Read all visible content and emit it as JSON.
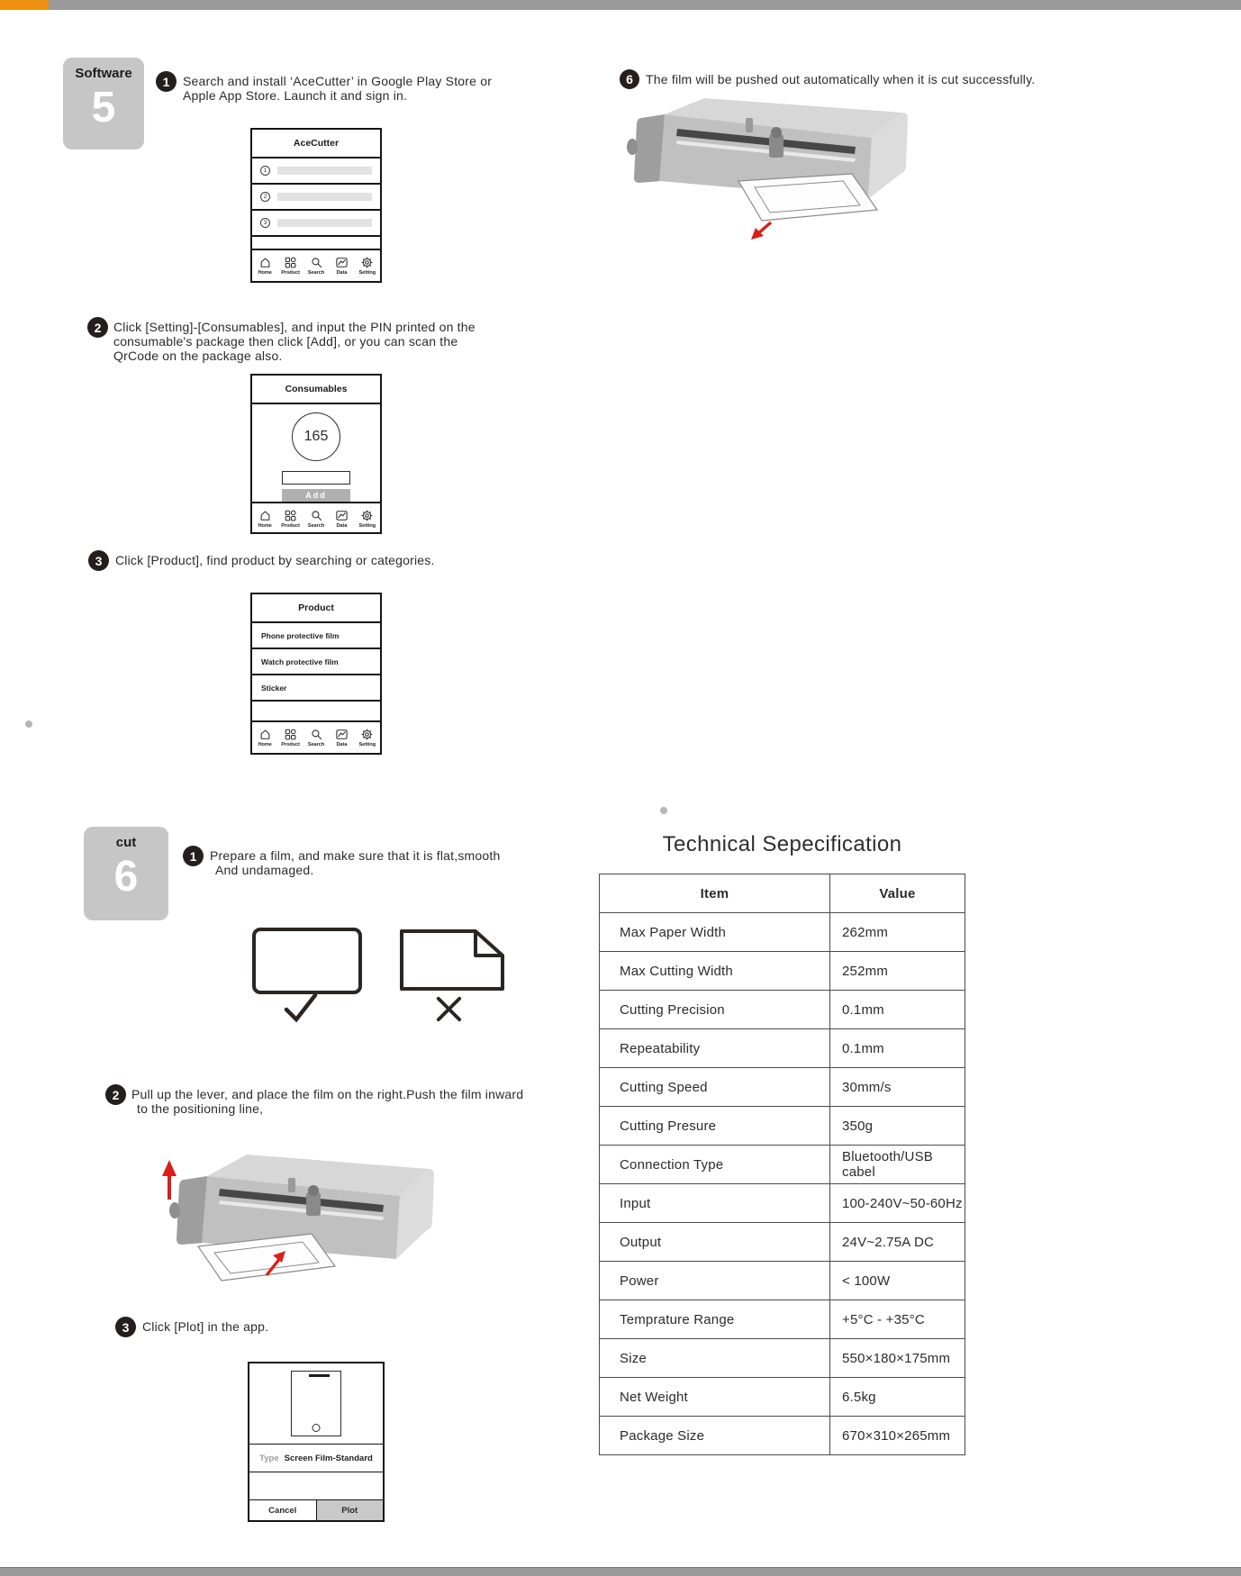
{
  "colors": {
    "accent_orange": "#ee9113",
    "bar_gray": "#9a9a9a",
    "badge_gray": "#c6c6c6",
    "arrow_red": "#da1f1b",
    "step_circle_dark": "#241e1c",
    "add_button_gray": "#b0b0b0",
    "plot_button_gray": "#c9c9c9"
  },
  "software_section": {
    "badge_label": "Software",
    "badge_number": "5",
    "steps": [
      {
        "num": "1",
        "lines": [
          "Search and install ‘AceCutter’ in Google Play Store or",
          "Apple App Store. Launch it and sign in."
        ]
      },
      {
        "num": "2",
        "lines": [
          "Click [Setting]-[Consumables], and input the PIN printed on the",
          "consumable's package then click [Add], or you can scan the",
          "QrCode on the package also."
        ]
      },
      {
        "num": "3",
        "lines": [
          "Click [Product], find product by searching or categories."
        ]
      }
    ],
    "phone_app": {
      "title": "AceCutter",
      "row_numbers": [
        "1",
        "2",
        "3"
      ]
    },
    "phone_consumables": {
      "title": "Consumables",
      "counter": "165",
      "add_label": "Add"
    },
    "phone_product": {
      "title": "Product",
      "items": [
        "Phone protective film",
        "Watch protective film",
        "Sticker"
      ]
    },
    "bottom_nav": [
      {
        "label": "Home",
        "icon": "home-icon"
      },
      {
        "label": "Product",
        "icon": "grid-icon"
      },
      {
        "label": "Search",
        "icon": "search-icon"
      },
      {
        "label": "Data",
        "icon": "chart-icon"
      },
      {
        "label": "Setting",
        "icon": "gear-icon"
      }
    ]
  },
  "eject_step": {
    "num": "6",
    "text": "The film will be pushed out automatically when it is cut successfully."
  },
  "cut_section": {
    "badge_label": "cut",
    "badge_number": "6",
    "steps": [
      {
        "num": "1",
        "lines": [
          "Prepare a film, and make sure that it is flat,smooth",
          "And undamaged."
        ]
      },
      {
        "num": "2",
        "lines": [
          "Pull up the lever, and place the film on the right.Push the film inward",
          "to the positioning line,"
        ]
      },
      {
        "num": "3",
        "lines": [
          "Click [Plot] in the app."
        ]
      }
    ],
    "plot_phone": {
      "type_label": "Type",
      "type_value": "Screen Film-Standard",
      "cancel_label": "Cancel",
      "plot_label": "Plot"
    }
  },
  "spec": {
    "title": "Technical Sepecification",
    "columns": [
      "Item",
      "Value"
    ],
    "rows": [
      [
        "Max Paper Width",
        "262mm"
      ],
      [
        "Max Cutting Width",
        "252mm"
      ],
      [
        "Cutting Precision",
        "0.1mm"
      ],
      [
        "Repeatability",
        "0.1mm"
      ],
      [
        "Cutting Speed",
        "30mm/s"
      ],
      [
        "Cutting Presure",
        "350g"
      ],
      [
        "Connection Type",
        "Bluetooth/USB cabel"
      ],
      [
        "Input",
        "100-240V~50-60Hz"
      ],
      [
        "Output",
        "24V~2.75A DC"
      ],
      [
        "Power",
        "< 100W"
      ],
      [
        "Temprature Range",
        "+5°C - +35°C"
      ],
      [
        "Size",
        "550×180×175mm"
      ],
      [
        "Net Weight",
        "6.5kg"
      ],
      [
        "Package Size",
        "670×310×265mm"
      ]
    ]
  }
}
